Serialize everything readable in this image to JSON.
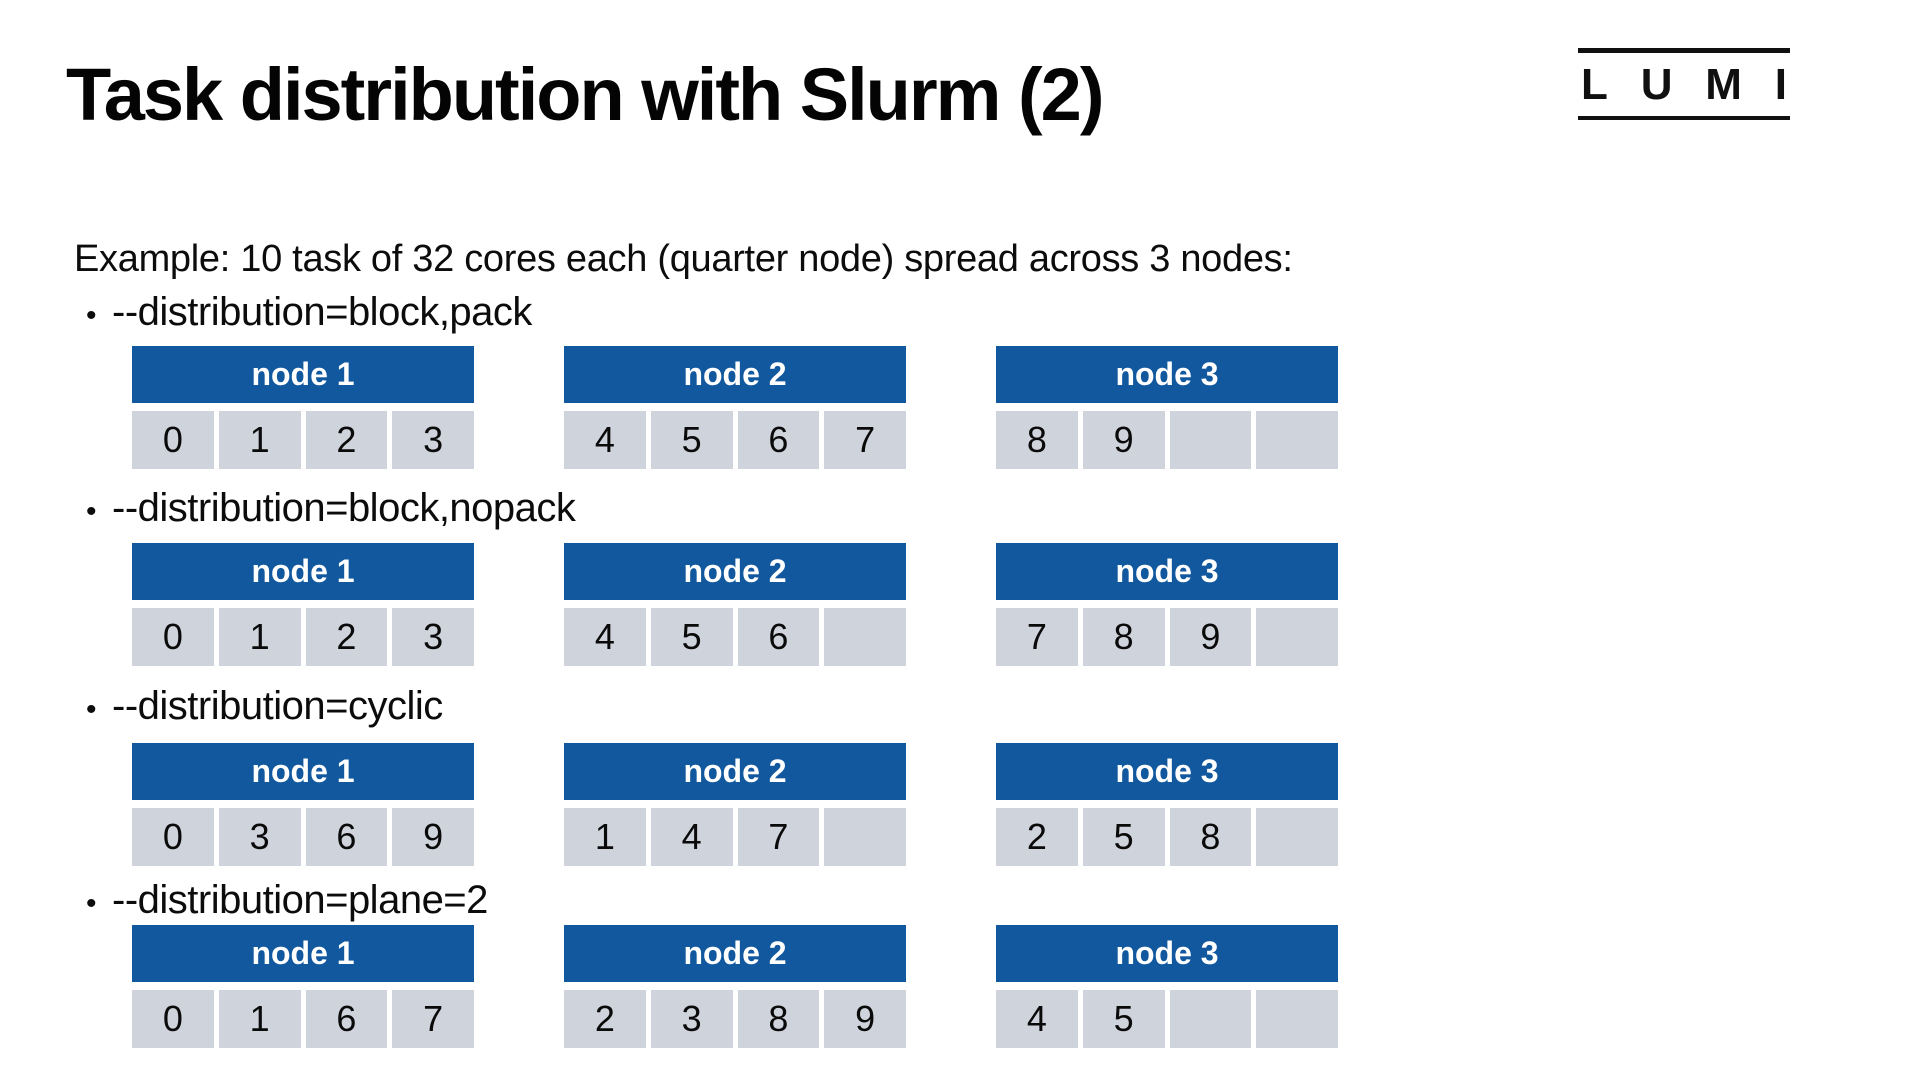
{
  "slide": {
    "title": "Task distribution with Slurm (2)",
    "intro": "Example: 10 task of 32 cores each (quarter node) spread across 3 nodes:"
  },
  "logo": {
    "letters": [
      "L",
      "U",
      "M",
      "I"
    ]
  },
  "colors": {
    "header_blue": "#11589e",
    "cell_gray": "#ced3dc"
  },
  "distributions": [
    {
      "label": "--distribution=block,pack",
      "nodes": [
        {
          "name": "node 1",
          "cells": [
            "0",
            "1",
            "2",
            "3"
          ]
        },
        {
          "name": "node 2",
          "cells": [
            "4",
            "5",
            "6",
            "7"
          ]
        },
        {
          "name": "node 3",
          "cells": [
            "8",
            "9",
            "",
            ""
          ]
        }
      ]
    },
    {
      "label": "--distribution=block,nopack",
      "nodes": [
        {
          "name": "node 1",
          "cells": [
            "0",
            "1",
            "2",
            "3"
          ]
        },
        {
          "name": "node 2",
          "cells": [
            "4",
            "5",
            "6",
            ""
          ]
        },
        {
          "name": "node 3",
          "cells": [
            "7",
            "8",
            "9",
            ""
          ]
        }
      ]
    },
    {
      "label": "--distribution=cyclic",
      "nodes": [
        {
          "name": "node 1",
          "cells": [
            "0",
            "3",
            "6",
            "9"
          ]
        },
        {
          "name": "node 2",
          "cells": [
            "1",
            "4",
            "7",
            ""
          ]
        },
        {
          "name": "node 3",
          "cells": [
            "2",
            "5",
            "8",
            ""
          ]
        }
      ]
    },
    {
      "label": "--distribution=plane=2",
      "nodes": [
        {
          "name": "node 1",
          "cells": [
            "0",
            "1",
            "6",
            "7"
          ]
        },
        {
          "name": "node 2",
          "cells": [
            "2",
            "3",
            "8",
            "9"
          ]
        },
        {
          "name": "node 3",
          "cells": [
            "4",
            "5",
            "",
            ""
          ]
        }
      ]
    }
  ]
}
